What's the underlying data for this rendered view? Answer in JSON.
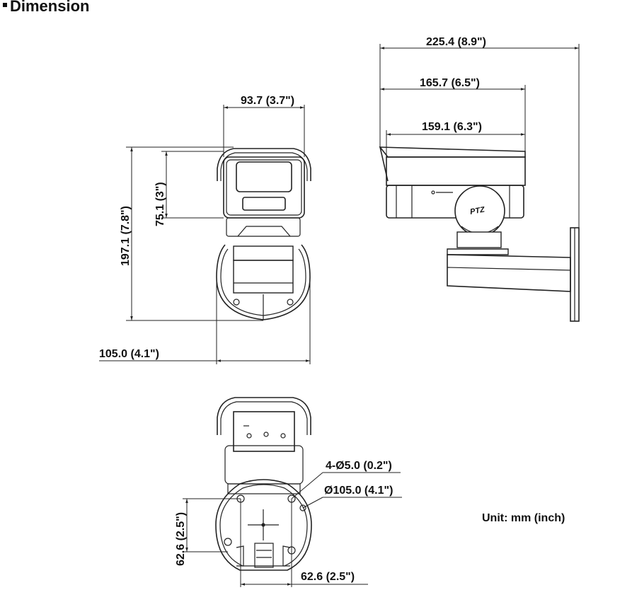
{
  "title": "Dimension",
  "unit_label": "Unit: mm (inch)",
  "dims": {
    "front_width": "93.7 (3.7\")",
    "front_height": "197.1 (7.8\")",
    "front_housing_height": "75.1 (3\")",
    "front_base_width": "105.0 (4.1\")",
    "side_total": "225.4 (8.9\")",
    "side_housing": "165.7 (6.5\")",
    "side_body": "159.1 (6.3\")",
    "bottom_holes": "4-Ø5.0 (0.2\")",
    "bottom_diameter": "Ø105.0 (4.1\")",
    "bottom_spacing_v": "62.6 (2.5\")",
    "bottom_spacing_h": "62.6 (2.5\")"
  },
  "markings": {
    "ptz_logo": "PTZ"
  }
}
